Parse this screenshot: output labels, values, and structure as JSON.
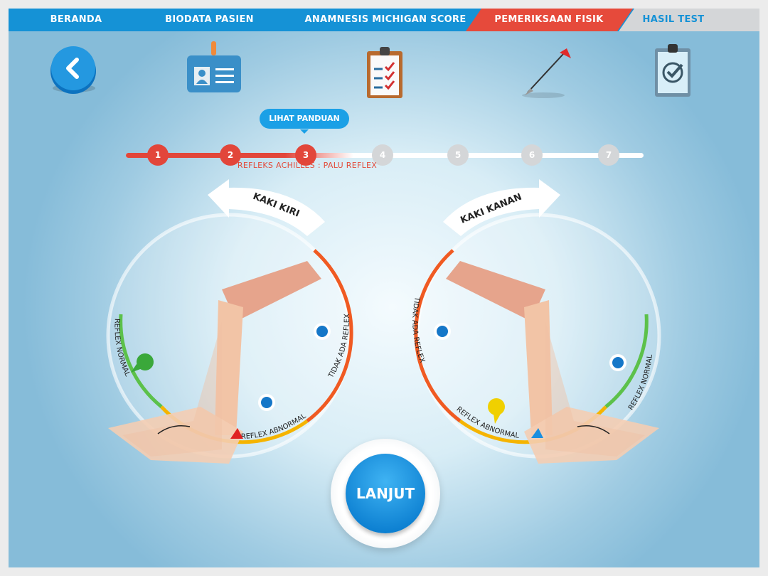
{
  "nav": {
    "items": [
      {
        "label": "BERANDA"
      },
      {
        "label": "BIODATA PASIEN"
      },
      {
        "label": "ANAMNESIS MICHIGAN SCORE"
      },
      {
        "label": "PEMERIKSAAN FISIK",
        "active": true
      },
      {
        "label": "HASIL TEST"
      }
    ]
  },
  "icons": [
    "back-icon",
    "id-card-icon",
    "checklist-clipboard-icon",
    "reflex-hammer-icon",
    "result-clipboard-icon"
  ],
  "guide_label": "LIHAT PANDUAN",
  "stepper": {
    "steps": [
      "1",
      "2",
      "3",
      "4",
      "5",
      "6",
      "7"
    ],
    "current": 3,
    "label": "REFLEKS ACHILLES : PALU REFLEX"
  },
  "left_leg": {
    "title": "KAKI KIRI",
    "options": [
      "REFLEX NORMAL",
      "REFLEX ABNORMAL",
      "TIDAK ADA REFLEX"
    ],
    "selected": "REFLEX NORMAL"
  },
  "right_leg": {
    "title": "KAKI KANAN",
    "options": [
      "REFLEX NORMAL",
      "REFLEX ABNORMAL",
      "TIDAK ADA REFLEX"
    ],
    "selected": "REFLEX ABNORMAL"
  },
  "next_label": "LANJUT",
  "colors": {
    "primary": "#1592d6",
    "active": "#e64a3b",
    "normal": "#5cc14a",
    "abnormal": "#f5b400",
    "none": "#f05a22"
  }
}
